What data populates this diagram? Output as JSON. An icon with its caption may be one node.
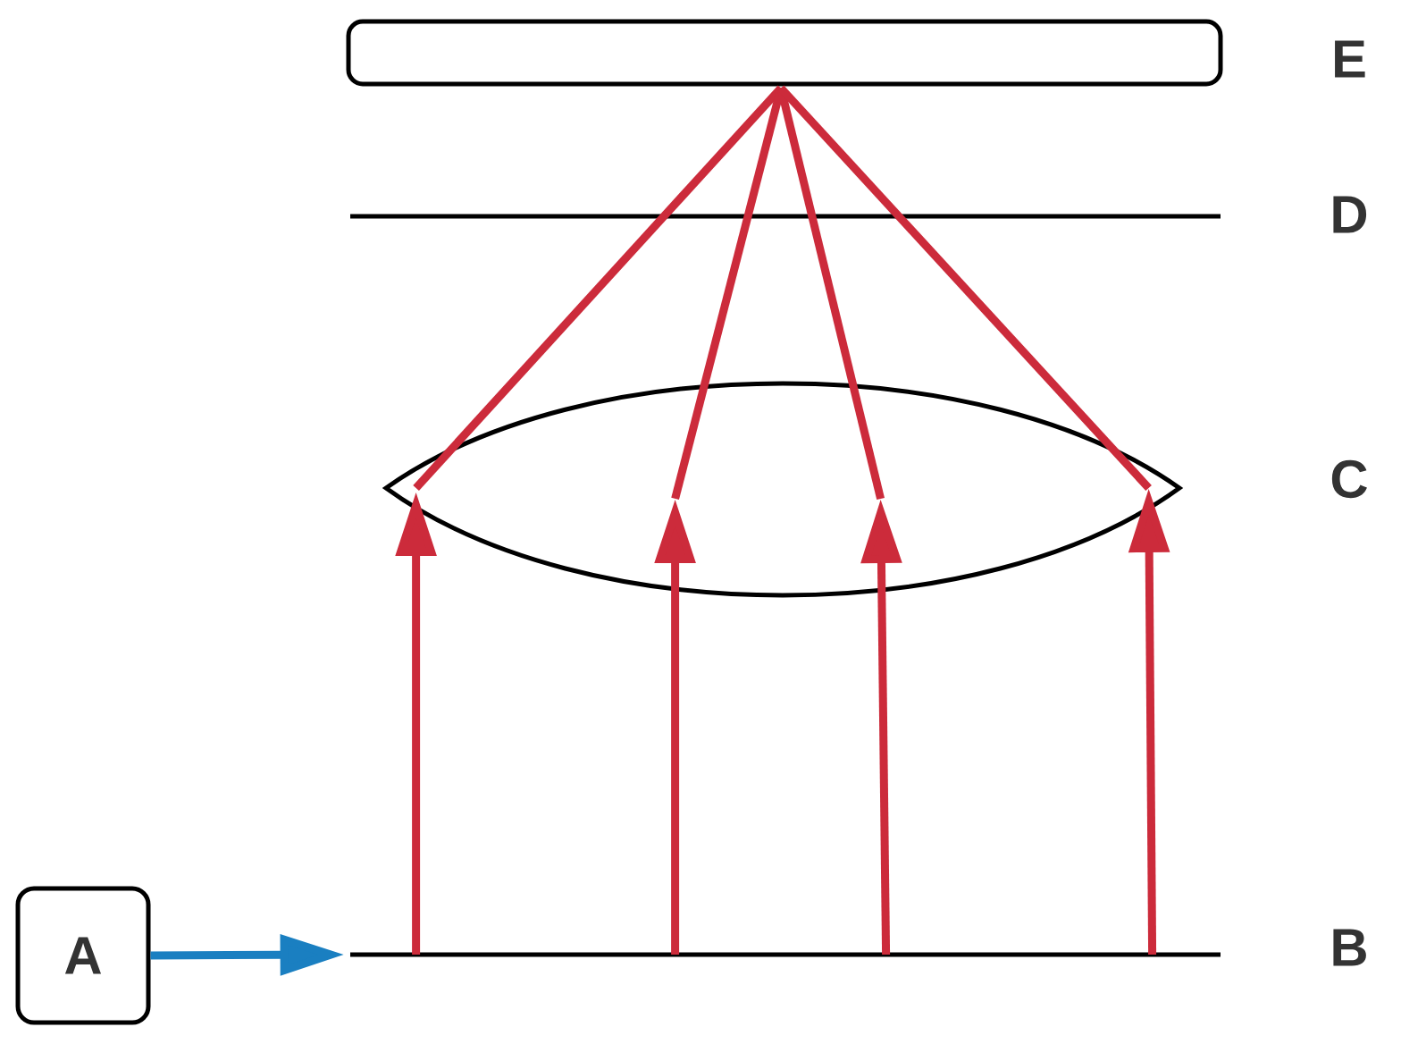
{
  "diagram": {
    "nodes": [
      {
        "text": [
          "A"
        ]
      },
      {
        "text": [],
        "shape": "box"
      },
      {
        "text": [],
        "shape": "lens"
      },
      {
        "text": [],
        "shape": "line"
      }
    ],
    "edges": [
      {
        "from": 0,
        "to": 3,
        "arrow": "to",
        "color": "#1a7fc1"
      },
      {
        "from": 3,
        "to": 2,
        "arrow": "to"
      },
      {
        "from": 3,
        "to": 2,
        "arrow": "to"
      },
      {
        "from": 3,
        "to": 2,
        "arrow": "to"
      },
      {
        "from": 3,
        "to": 2,
        "arrow": "to"
      },
      {
        "from": 2,
        "to": 1,
        "arrow": "none"
      },
      {
        "from": 2,
        "to": 1,
        "arrow": "none"
      },
      {
        "from": 2,
        "to": 1,
        "arrow": "none"
      },
      {
        "from": 2,
        "to": 1,
        "arrow": "none"
      }
    ],
    "labels": [
      "E",
      "D",
      "C",
      "B"
    ]
  }
}
